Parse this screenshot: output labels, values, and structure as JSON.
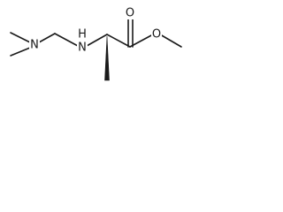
{
  "molecule": {
    "atoms": {
      "n_dimethyl": "N",
      "n_amine": "N",
      "o_carbonyl": "O",
      "o_ester": "O"
    },
    "bond_colors": {
      "line": "#1a1a1a"
    }
  }
}
